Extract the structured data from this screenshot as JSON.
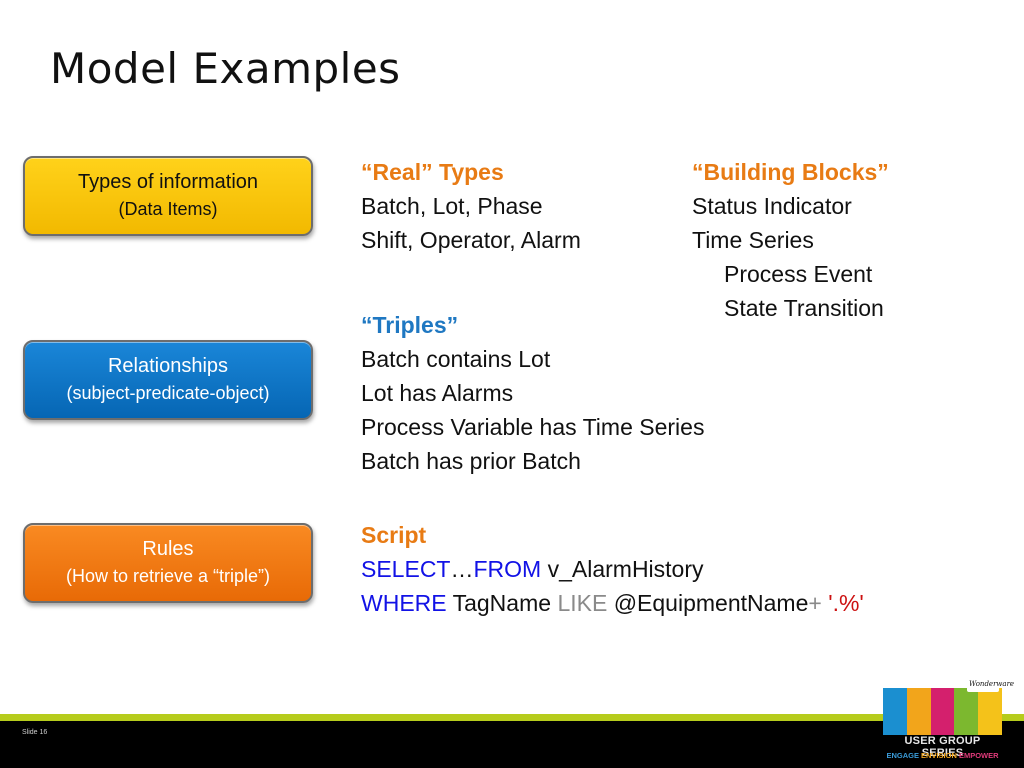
{
  "slide": {
    "title": "Model Examples",
    "slide_number": "Slide 16"
  },
  "pills": {
    "types": {
      "line1": "Types of information",
      "line2": "(Data Items)"
    },
    "relationships": {
      "line1": "Relationships",
      "line2": "(subject-predicate-object)"
    },
    "rules": {
      "line1": "Rules",
      "line2": "(How to retrieve a “triple”)"
    }
  },
  "real_types": {
    "heading": "“Real” Types",
    "items": [
      "Batch, Lot, Phase",
      "Shift, Operator, Alarm"
    ]
  },
  "building_blocks": {
    "heading": "“Building Blocks”",
    "items": [
      "Status Indicator",
      "Time Series"
    ],
    "sub_items": [
      "Process Event",
      "State Transition"
    ]
  },
  "triples": {
    "heading": "“Triples”",
    "items": [
      "Batch contains Lot",
      "Lot has Alarms",
      "Process Variable has Time Series",
      "Batch has prior Batch"
    ]
  },
  "script": {
    "heading": "Script",
    "line1": {
      "select": "SELECT",
      "ellipsis": "…",
      "from": "FROM",
      "table": " v_AlarmHistory"
    },
    "line2": {
      "where": "WHERE",
      "column": " TagName ",
      "like": "LIKE",
      "param": " @EquipmentName",
      "plus": "+",
      "literal": " '.%'"
    }
  },
  "logo": {
    "brand": "Wonderware",
    "series": "USER GROUP SERIES",
    "tag_engage": "ENGAGE ",
    "tag_envision": "ENVISION ",
    "tag_empower": "EMPOWER"
  },
  "colors": {
    "heading_orange": "#e87b14",
    "heading_blue": "#1f78c2",
    "sql_keyword": "#1212e6",
    "sql_like": "#8a8a8a",
    "sql_literal": "#cc1111",
    "footer_line": "#b6cc1c"
  }
}
